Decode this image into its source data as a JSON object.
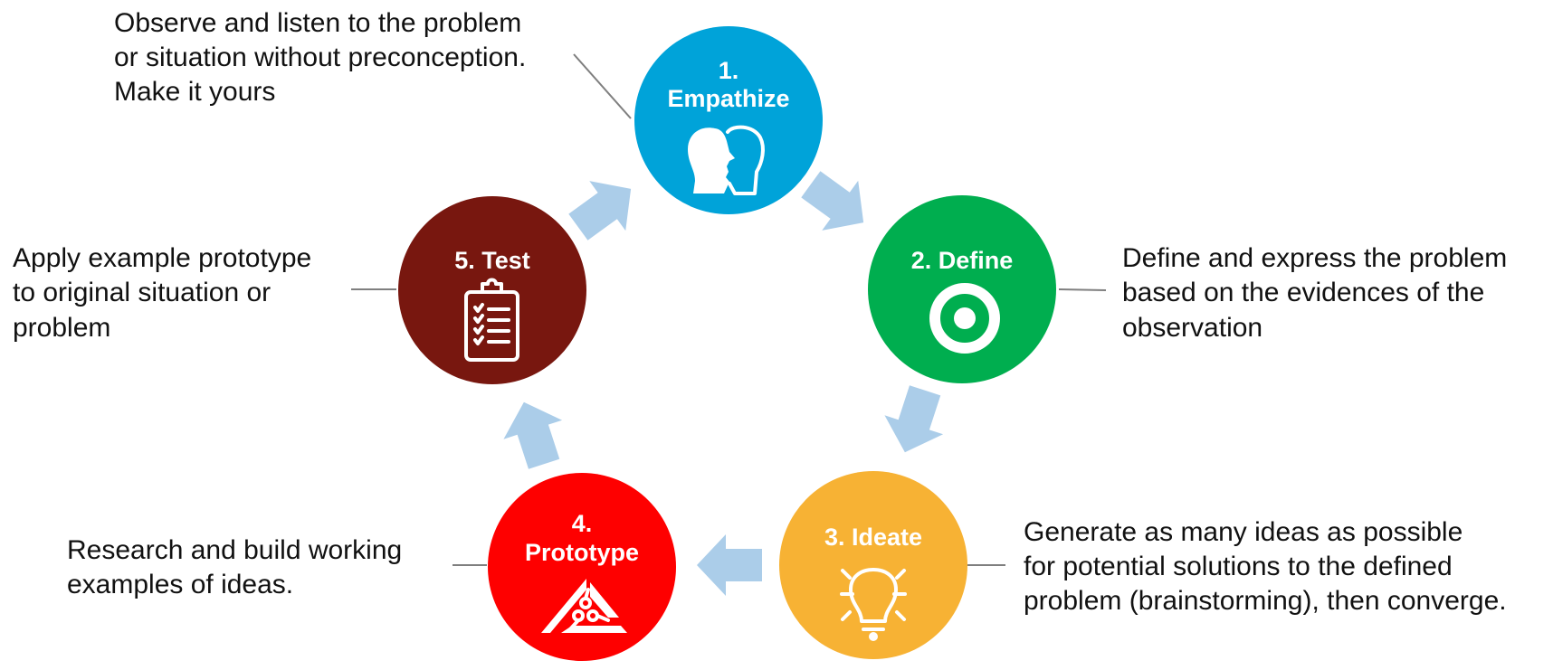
{
  "steps": [
    {
      "number": "1.",
      "name": "Empathize",
      "color": "#00a3d9",
      "icon": "two-heads-icon",
      "description": [
        "Observe and listen to the problem",
        "or situation without preconception.",
        "Make it yours"
      ]
    },
    {
      "title": "2. Define",
      "color": "#00ae4f",
      "icon": "target-icon",
      "description": [
        "Define and express the problem",
        "based on the evidences of the",
        "observation"
      ]
    },
    {
      "title": "3. Ideate",
      "color": "#f7b234",
      "icon": "lightbulb-icon",
      "description": [
        "Generate as many ideas as possible",
        "for potential solutions to the defined",
        "problem (brainstorming), then converge."
      ]
    },
    {
      "number": "4.",
      "name": "Prototype",
      "color": "#fe0000",
      "icon": "circuit-triangle-icon",
      "description": [
        "Research and build working",
        "examples of ideas."
      ]
    },
    {
      "title": "5. Test",
      "color": "#78170f",
      "icon": "clipboard-checklist-icon",
      "description": [
        "Apply example prototype",
        "to original situation or",
        "problem"
      ]
    }
  ],
  "arrow_color": "#abcde9"
}
